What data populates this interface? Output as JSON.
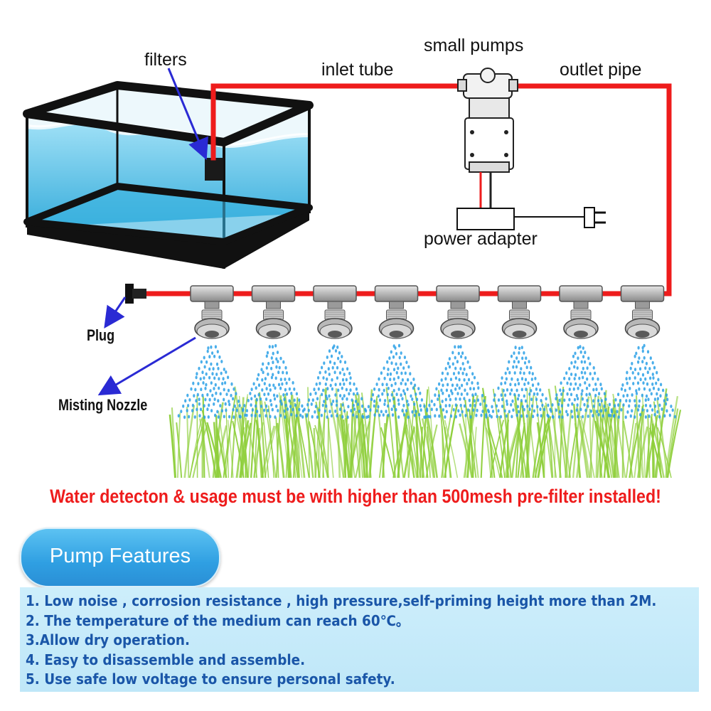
{
  "labels": {
    "filters": "filters",
    "inlet_tube": "inlet tube",
    "small_pumps": "small pumps",
    "outlet_pipe": "outlet pipe",
    "power_adapter": "power adapter",
    "plug": "Plug",
    "misting_nozzle": "Misting Nozzle"
  },
  "warning": "Water detecton & usage must be with higher than 500mesh pre-filter installed!",
  "features": {
    "title": "Pump Features",
    "items": [
      "1. Low noise , corrosion resistance , high pressure,self-priming height more than 2M.",
      "2.  The temperature of the medium can reach 60℃。",
      "3.Allow dry operation.",
      "4. Easy to disassemble and assemble.",
      "5. Use safe low voltage to ensure personal safety."
    ]
  },
  "colors": {
    "tube": "#ee1c1c",
    "water": "#7fd3f0",
    "spray": "#2aa0e6",
    "grass": "#8fcf3c",
    "arrow": "#2a2ad4",
    "warning_text": "#ee1c1c",
    "features_text": "#1a56a8",
    "pill": "#3aa8e8",
    "features_bg": "#c6eaf9"
  },
  "nozzle_count": 8
}
